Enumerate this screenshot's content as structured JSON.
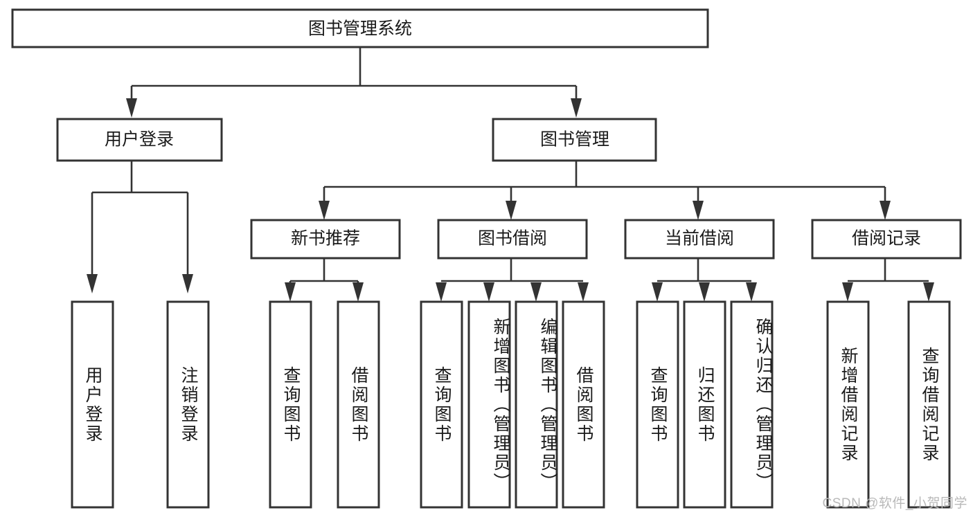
{
  "diagram": {
    "type": "tree-hierarchy",
    "title": "图书管理系统",
    "watermark": "CSDN @软件_小贺同学",
    "colors": {
      "stroke": "#333333",
      "box_fill": "#ffffff",
      "text": "#1a1a1a",
      "watermark": "#b9b9b9",
      "background": "#ffffff"
    },
    "levels": {
      "root": {
        "label": "图书管理系统",
        "orientation": "horizontal"
      },
      "level2": [
        {
          "label": "用户登录",
          "orientation": "horizontal"
        },
        {
          "label": "图书管理",
          "orientation": "horizontal"
        }
      ],
      "level3": [
        {
          "label": "新书推荐",
          "orientation": "horizontal",
          "parent": "图书管理"
        },
        {
          "label": "图书借阅",
          "orientation": "horizontal",
          "parent": "图书管理"
        },
        {
          "label": "当前借阅",
          "orientation": "horizontal",
          "parent": "图书管理"
        },
        {
          "label": "借阅记录",
          "orientation": "horizontal",
          "parent": "图书管理"
        }
      ],
      "leaves": [
        {
          "label": "用户登录",
          "orientation": "vertical",
          "parent": "用户登录"
        },
        {
          "label": "注销登录",
          "orientation": "vertical",
          "parent": "用户登录"
        },
        {
          "label": "查询图书",
          "orientation": "vertical",
          "parent": "新书推荐"
        },
        {
          "label": "借阅图书",
          "orientation": "vertical",
          "parent": "新书推荐"
        },
        {
          "label": "查询图书",
          "orientation": "vertical",
          "parent": "图书借阅"
        },
        {
          "label": "新增图书（管理员）",
          "orientation": "vertical",
          "parent": "图书借阅"
        },
        {
          "label": "编辑图书（管理员）",
          "orientation": "vertical",
          "parent": "图书借阅"
        },
        {
          "label": "借阅图书",
          "orientation": "vertical",
          "parent": "图书借阅"
        },
        {
          "label": "查询图书",
          "orientation": "vertical",
          "parent": "当前借阅"
        },
        {
          "label": "归还图书",
          "orientation": "vertical",
          "parent": "当前借阅"
        },
        {
          "label": "确认归还（管理员）",
          "orientation": "vertical",
          "parent": "当前借阅"
        },
        {
          "label": "新增借阅记录",
          "orientation": "vertical",
          "parent": "借阅记录"
        },
        {
          "label": "查询借阅记录",
          "orientation": "vertical",
          "parent": "借阅记录"
        }
      ]
    }
  }
}
